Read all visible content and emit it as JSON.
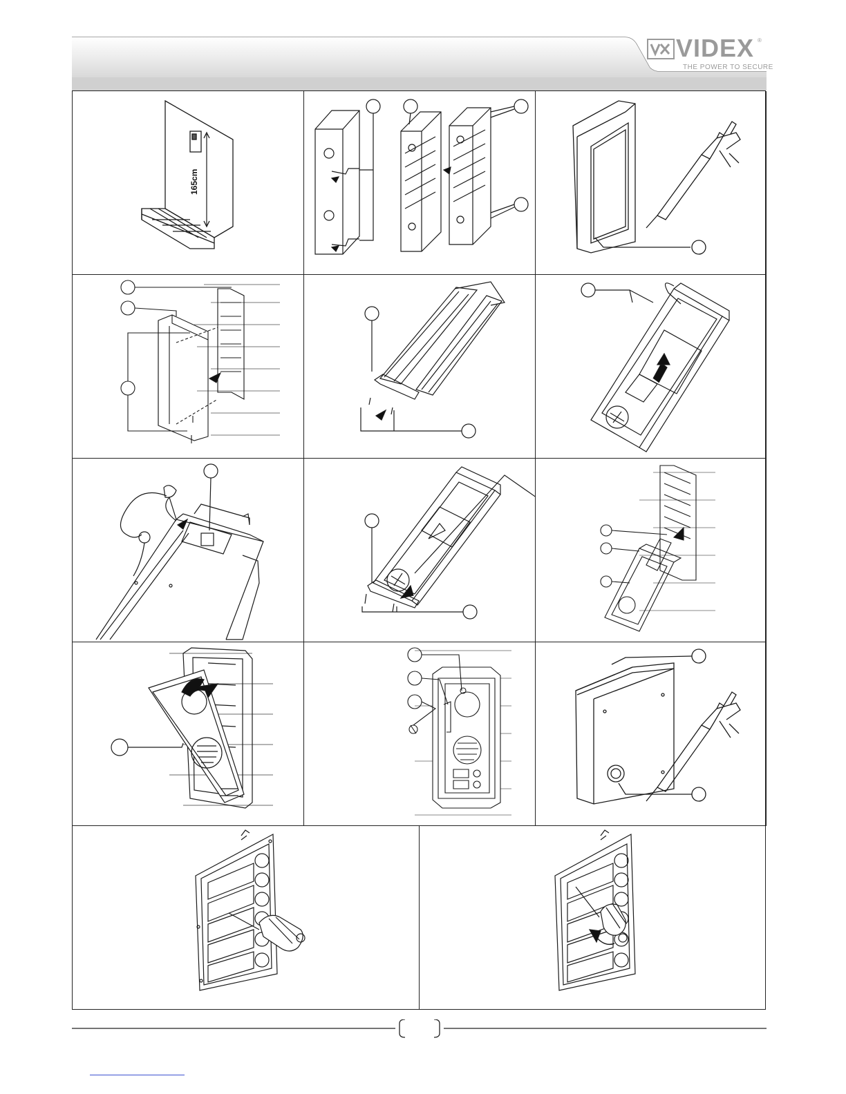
{
  "brand": {
    "name": "VIDEX",
    "registered": "®",
    "tagline": "THE POWER TO SECURE"
  },
  "panels": [
    {
      "id": "1",
      "label": "165cm"
    },
    {
      "id": "2"
    },
    {
      "id": "3"
    },
    {
      "id": "4"
    },
    {
      "id": "5"
    },
    {
      "id": "6"
    },
    {
      "id": "7"
    },
    {
      "id": "8"
    },
    {
      "id": "9"
    },
    {
      "id": "10"
    },
    {
      "id": "11"
    },
    {
      "id": "12"
    },
    {
      "id": "13"
    },
    {
      "id": "14"
    }
  ],
  "colors": {
    "line": "#1a1a1a",
    "header_gradient_top": "#e8e8e8",
    "header_gradient_bottom": "#ffffff",
    "logo_gray": "#9a9a9a"
  },
  "footer": {
    "page_number": ""
  }
}
